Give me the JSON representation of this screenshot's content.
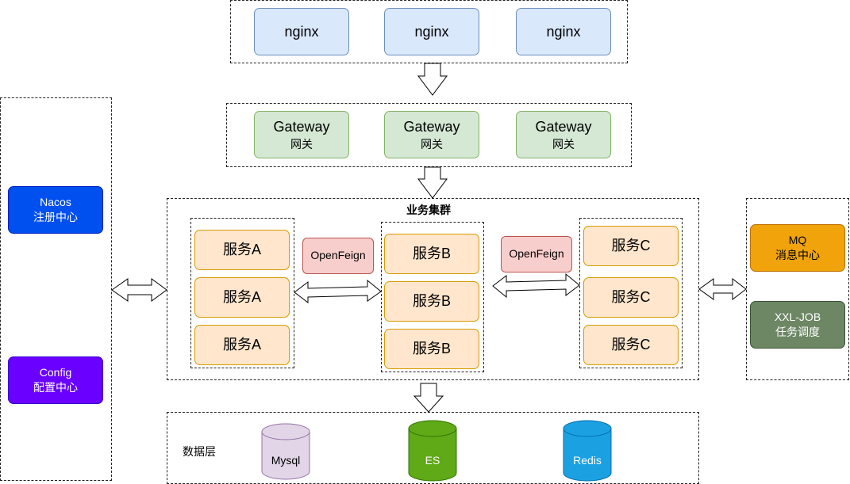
{
  "nginx_tier": {
    "nodes": [
      "nginx",
      "nginx",
      "nginx"
    ]
  },
  "gateway_tier": {
    "nodes": [
      {
        "name": "Gateway",
        "subtitle": "网关"
      },
      {
        "name": "Gateway",
        "subtitle": "网关"
      },
      {
        "name": "Gateway",
        "subtitle": "网关"
      }
    ]
  },
  "business_cluster": {
    "title": "业务集群",
    "service_a": [
      "服务A",
      "服务A",
      "服务A"
    ],
    "service_b": [
      "服务B",
      "服务B",
      "服务B"
    ],
    "service_c": [
      "服务C",
      "服务C",
      "服务C"
    ],
    "feign_left": "OpenFeign",
    "feign_right": "OpenFeign"
  },
  "left_panel": {
    "nacos": {
      "name": "Nacos",
      "subtitle": "注册中心"
    },
    "config": {
      "name": "Config",
      "subtitle": "配置中心"
    }
  },
  "right_panel": {
    "mq": {
      "name": "MQ",
      "subtitle": "消息中心"
    },
    "xxl": {
      "name": "XXL-JOB",
      "subtitle": "任务调度"
    }
  },
  "data_layer": {
    "title": "数据层",
    "stores": [
      {
        "name": "Mysql",
        "color": "#e1d5e7"
      },
      {
        "name": "ES",
        "color": "#60a917"
      },
      {
        "name": "Redis",
        "color": "#1ba1e2"
      }
    ]
  },
  "colors": {
    "nginx_fill": "#dae8fc",
    "gateway_fill": "#d5e8d4",
    "service_fill": "#ffe6cc",
    "feign_fill": "#f8cecc",
    "nacos_fill": "#0050ef",
    "config_fill": "#6a00ff",
    "mq_fill": "#f0a30a",
    "xxl_fill": "#6d8764"
  }
}
